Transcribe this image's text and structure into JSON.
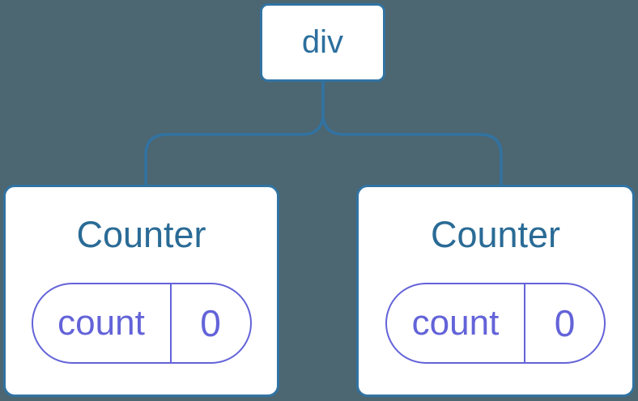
{
  "diagram": {
    "root": {
      "label": "div"
    },
    "children": [
      {
        "title": "Counter",
        "state_key": "count",
        "state_value": "0"
      },
      {
        "title": "Counter",
        "state_key": "count",
        "state_value": "0"
      }
    ]
  },
  "colors": {
    "background": "#4C6672",
    "connector": "#3173A2",
    "node_border": "#3173A2",
    "node_background": "#FFFFFF",
    "root_label_text": "#2C6F9E",
    "component_title_text": "#2A6B96",
    "state_accent": "#6363D9"
  }
}
